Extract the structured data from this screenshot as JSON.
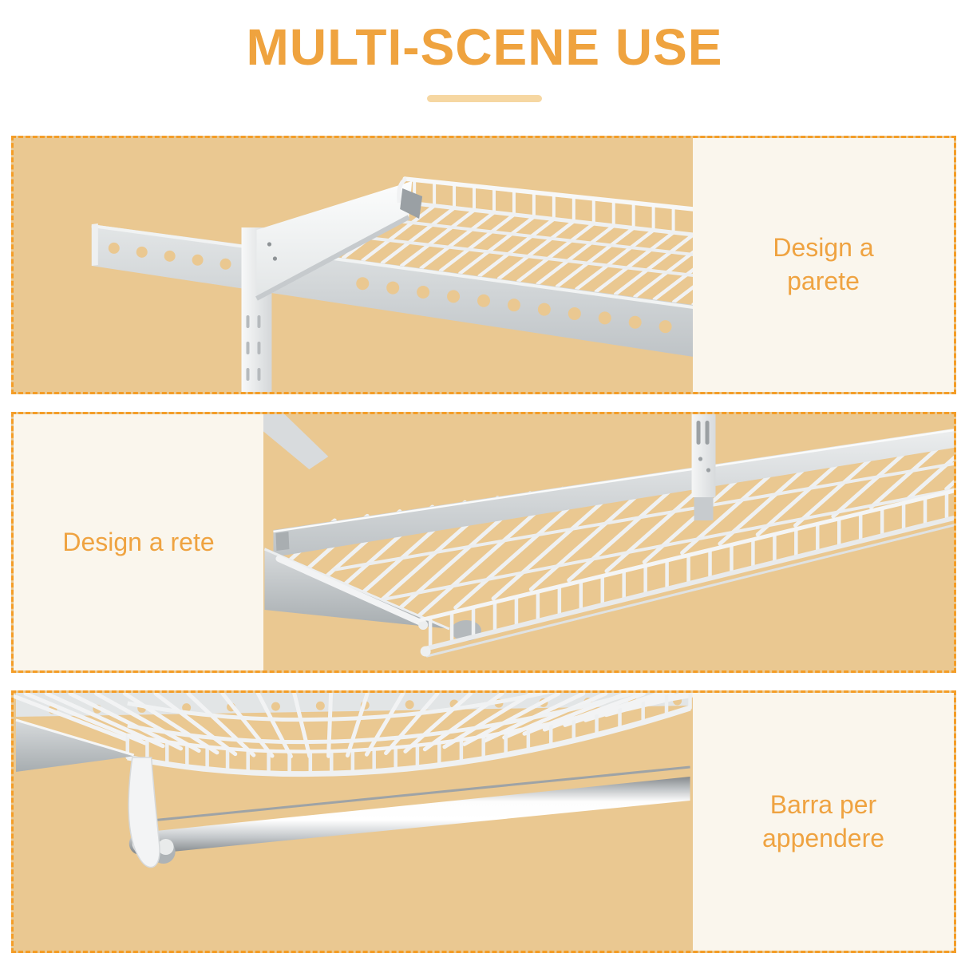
{
  "title": "MULTI-SCENE USE",
  "panels": [
    {
      "id": "wall-design",
      "label": "Design a parete",
      "caption_side": "right",
      "photo": "wall rail and bracket holding a wire shelf"
    },
    {
      "id": "mesh-design",
      "label": "Design a rete",
      "caption_side": "left",
      "photo": "wire mesh shelf with wall bracket"
    },
    {
      "id": "hanging-bar",
      "label": "Barra per appendere",
      "caption_side": "right",
      "photo": "wire shelf underside with hanging rod"
    }
  ],
  "colors": {
    "accent_orange": "#EFA33F",
    "dashed_border": "#F49D27",
    "panel_background": "#EAC891",
    "caption_background": "#FAF6ED",
    "title_underline": "#F6D7A2"
  }
}
